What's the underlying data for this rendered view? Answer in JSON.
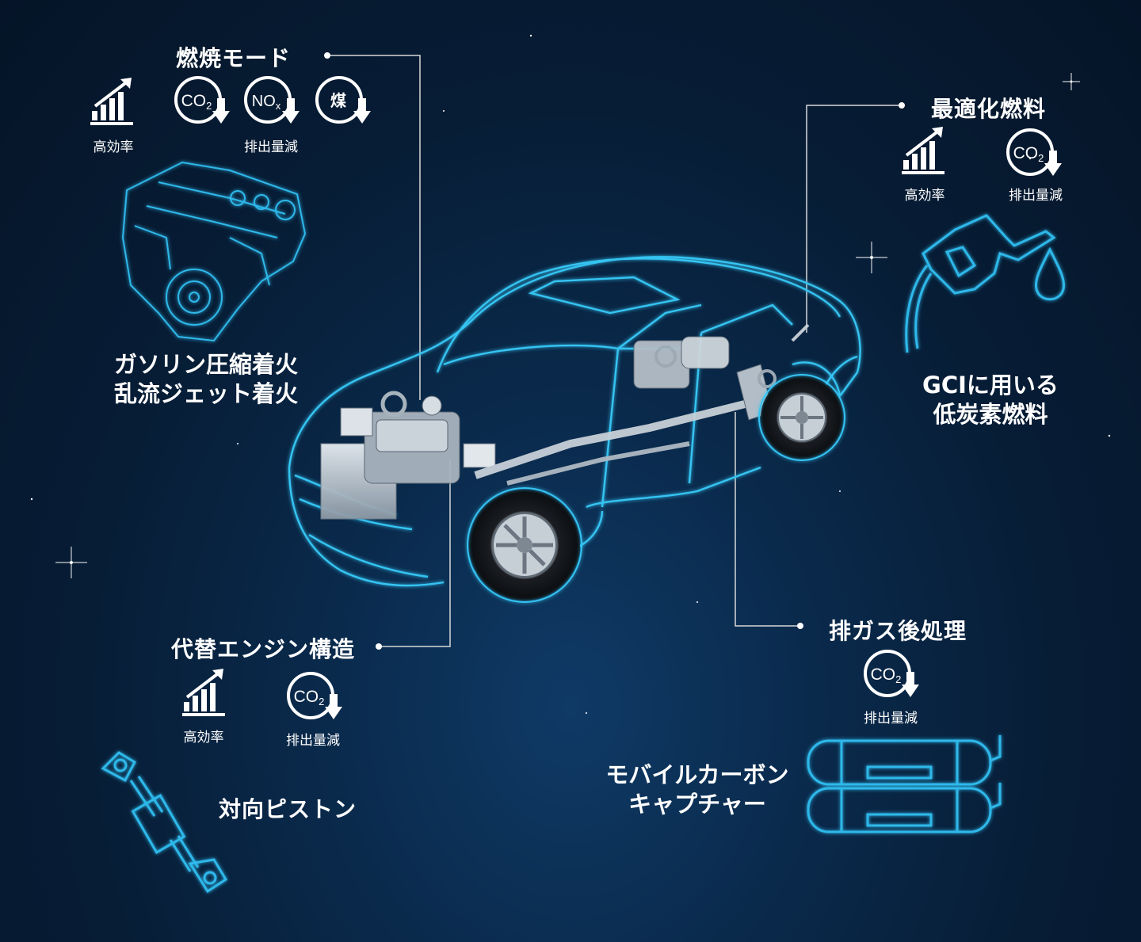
{
  "sections": {
    "combustion": {
      "title": "燃焼モード",
      "efficiency_label": "高効率",
      "emission_label": "排出量減",
      "badges": [
        "CO2",
        "NOx",
        "煤"
      ]
    },
    "gci": {
      "title_line1": "ガソリン圧縮着火",
      "title_line2": "乱流ジェット着火"
    },
    "fuel": {
      "title": "最適化燃料",
      "efficiency_label": "高効率",
      "emission_label": "排出量減",
      "desc_line1": "GCIに用いる",
      "desc_line2": "低炭素燃料"
    },
    "alt_engine": {
      "title": "代替エンジン構造",
      "efficiency_label": "高効率",
      "emission_label": "排出量減",
      "piston_label": "対向ピストン"
    },
    "aftertreatment": {
      "title": "排ガス後処理",
      "emission_label": "排出量減",
      "capture_line1": "モバイルカーボン",
      "capture_line2": "キャプチャー"
    }
  },
  "colors": {
    "background": "#071d36",
    "line_art": "#2fb8ea",
    "text": "#ffffff",
    "connector": "#d8d8d8"
  }
}
